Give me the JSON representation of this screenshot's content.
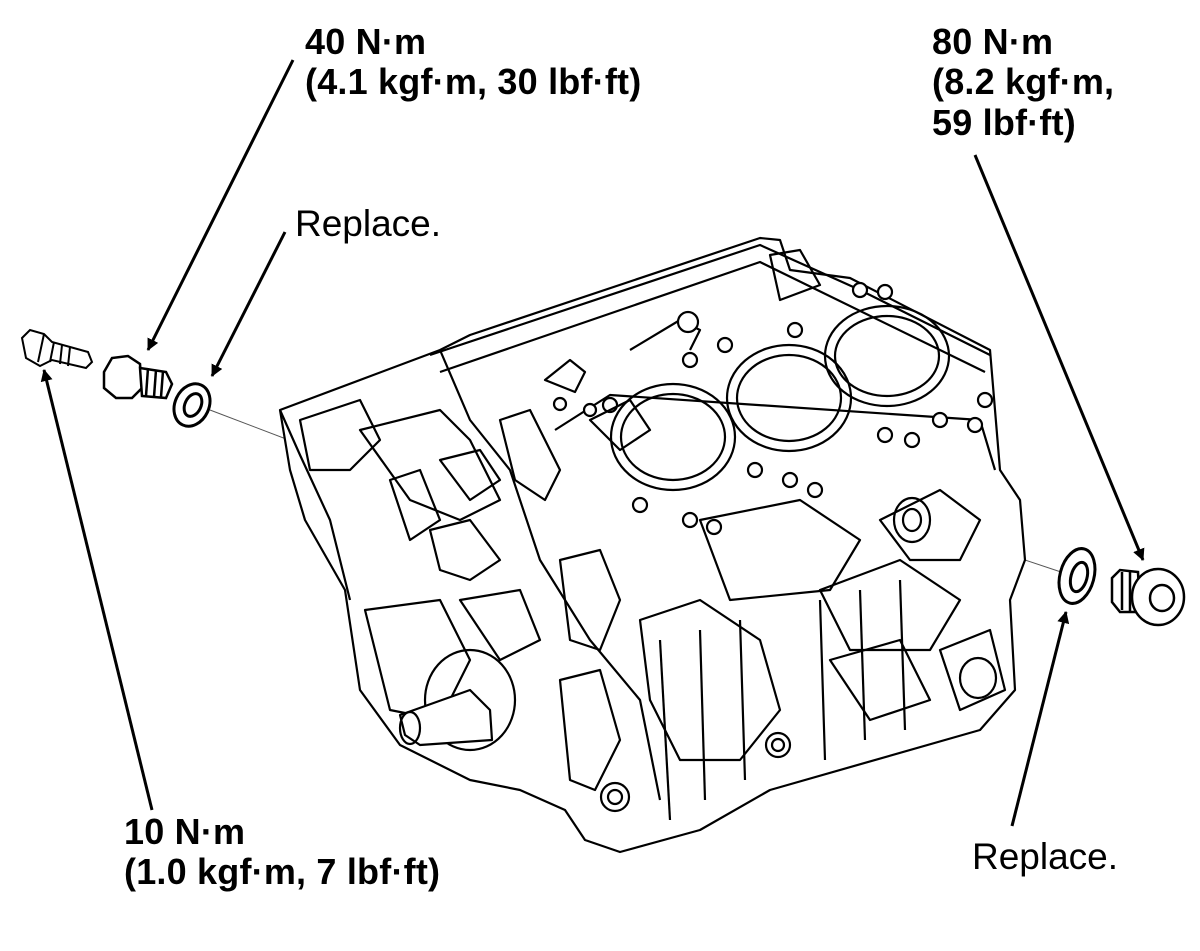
{
  "labels": {
    "top_left": {
      "line1": "40 N·m",
      "line2": "(4.1 kgf·m, 30 lbf·ft)"
    },
    "top_right": {
      "line1": "80 N·m",
      "line2": "(8.2 kgf·m,",
      "line3": "59 lbf·ft)"
    },
    "bottom_left": {
      "line1": "10 N·m",
      "line2": "(1.0 kgf·m, 7 lbf·ft)"
    },
    "replace_left": "Replace.",
    "replace_right": "Replace."
  },
  "colors": {
    "line": "#000000",
    "background": "#ffffff"
  }
}
